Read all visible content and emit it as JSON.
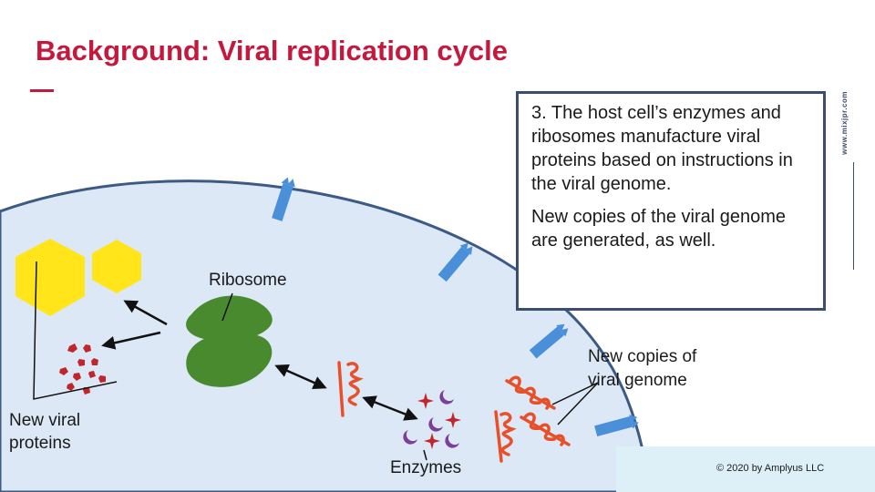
{
  "title": "Background: Viral replication cycle",
  "info": {
    "paragraph1": "3. The host cell’s enzymes and ribosomes manufacture viral proteins based on instructions in the viral genome.",
    "paragraph2": "New copies of the viral genome are generated, as well."
  },
  "labels": {
    "ribosome": "Ribosome",
    "new_viral_proteins_line1": "New viral",
    "new_viral_proteins_line2": "proteins",
    "enzymes": "Enzymes",
    "new_genome_line1": "New copies of",
    "new_genome_line2": "viral genome"
  },
  "watermark": "www.mixjpr.com",
  "copyright": "© 2020 by Amplyus LLC",
  "colors": {
    "title": "#c4183c",
    "cell_fill": "#dce8f5",
    "cell_membrane": "#3d5a85",
    "receptor": "#4a90d9",
    "capsid": "#ffe51a",
    "ribosome": "#4a8a2e",
    "protein": "#c0272d",
    "enzyme_crescent": "#7b3f99",
    "enzyme_star": "#c0272d",
    "genome": "#e8502a",
    "box_border": "#3d4d6d"
  }
}
